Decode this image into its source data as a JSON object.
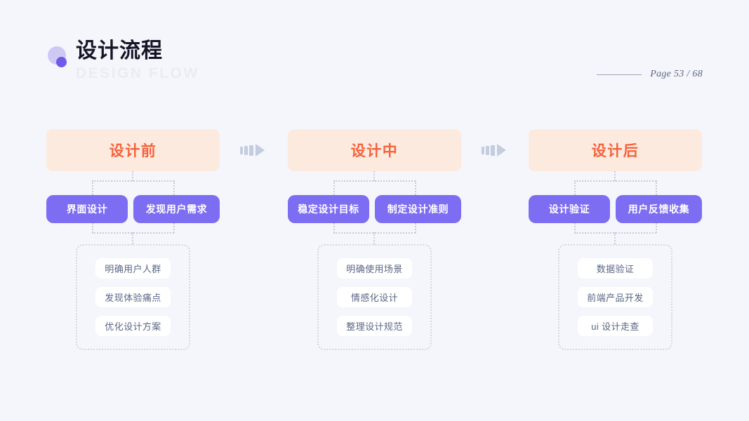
{
  "header": {
    "logo_icon": "two-circles-logo",
    "title_cn": "设计流程",
    "title_en": "DESIGN FLOW",
    "pager_text": "Page 53 / 68"
  },
  "colors": {
    "background": "#f4f6fb",
    "stage_header_bg": "#fdeadf",
    "stage_header_text": "#f4623c",
    "pill_bg": "#7d6df2",
    "pill_text": "#ffffff",
    "detail_text": "#5a6685",
    "dotted_line": "#c7ccda",
    "arrow": "#c3cddd",
    "logo_light": "#cdc9f4",
    "logo_dark": "#6c5ce7"
  },
  "arrows": [
    {
      "name": "arrow-stage-1-to-2",
      "icon": "arrow-right-icon"
    },
    {
      "name": "arrow-stage-2-to-3",
      "icon": "arrow-right-icon"
    }
  ],
  "columns": [
    {
      "stage": "设计前",
      "pills": [
        "界面设计",
        "发现用户需求"
      ],
      "details": [
        "明确用户人群",
        "发现体验痛点",
        "优化设计方案"
      ]
    },
    {
      "stage": "设计中",
      "pills": [
        "稳定设计目标",
        "制定设计准则"
      ],
      "details": [
        "明确使用场景",
        "情感化设计",
        "整理设计规范"
      ]
    },
    {
      "stage": "设计后",
      "pills": [
        "设计验证",
        "用户反馈收集"
      ],
      "details": [
        "数据验证",
        "前端产品开发",
        "ui 设计走查"
      ]
    }
  ]
}
